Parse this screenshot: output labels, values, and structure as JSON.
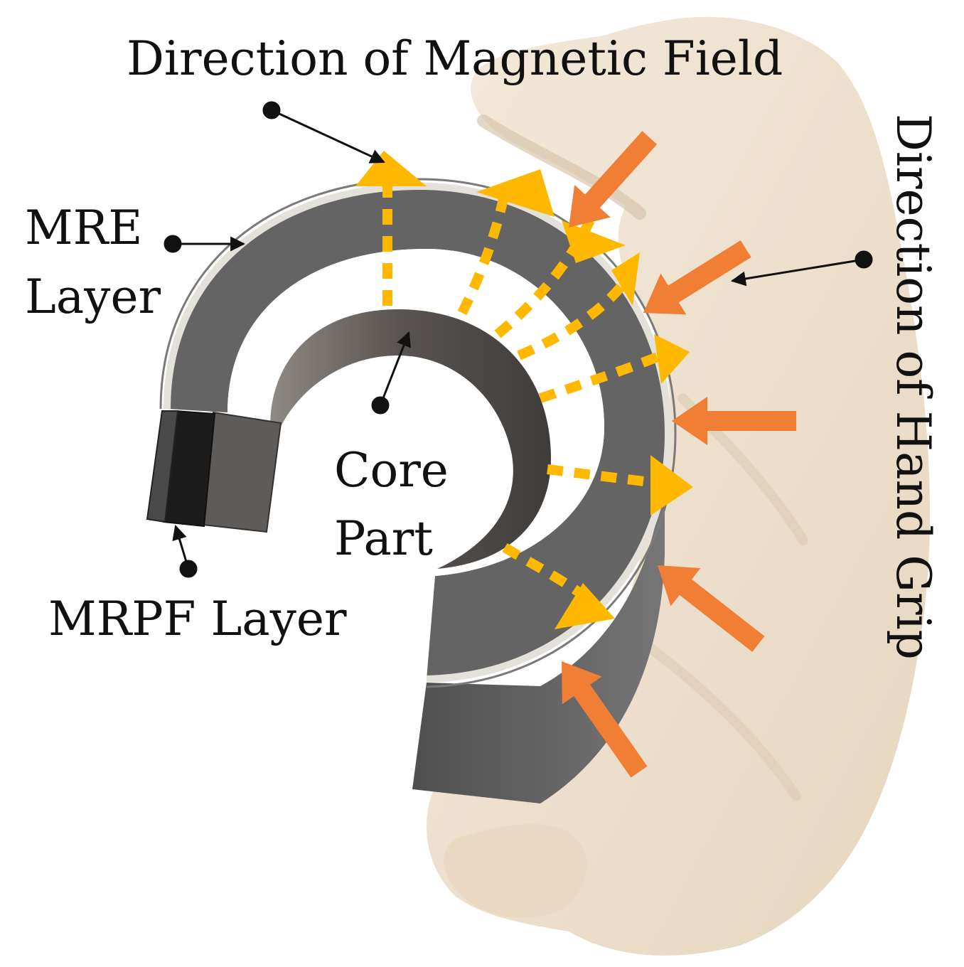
{
  "labels": {
    "magnetic_field": "Direction of Magnetic Field",
    "hand_grip": "Direction of Hand Grip",
    "mre_line1": "MRE",
    "mre_line2": "Layer",
    "core_line1": "Core",
    "core_line2": "Part",
    "mrpf": "MRPF Layer"
  },
  "colors": {
    "hand": "#efe3d1",
    "hand_shadow": "#d9c8b0",
    "ring_outer": "#6a6a6a",
    "ring_face": "#5f5f5f",
    "mre_strip": "#e6e2dc",
    "core_dark": "#4d4a47",
    "core_light": "#8a857f",
    "magnetic_field_arrows": "#ffb800",
    "grip_arrows": "#f07f35",
    "leader_lines": "#111111"
  }
}
